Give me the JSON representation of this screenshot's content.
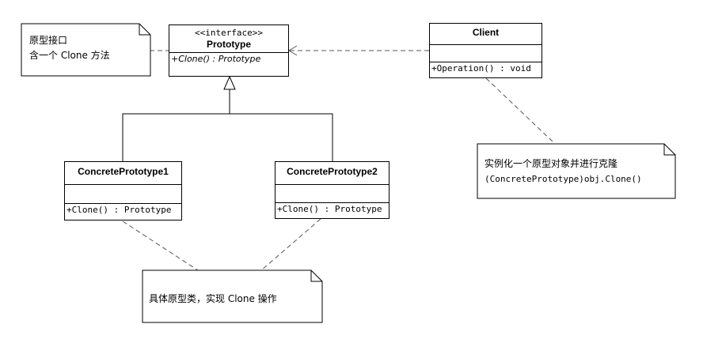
{
  "diagram": {
    "prototype": {
      "stereotype": "<<interface>>",
      "name": "Prototype",
      "operation": "+Clone() : Prototype"
    },
    "client": {
      "name": "Client",
      "operation": "+Operation() : void"
    },
    "concrete1": {
      "name": "ConcretePrototype1",
      "operation": "+Clone() : Prototype"
    },
    "concrete2": {
      "name": "ConcretePrototype2",
      "operation": "+Clone() : Prototype"
    },
    "note_interface": {
      "line1": "原型接口",
      "line2": "含一个 Clone 方法"
    },
    "note_client": {
      "line1": "实例化一个原型对象并进行克隆",
      "line2": "(ConcretePrototype)obj.Clone()"
    },
    "note_concrete": {
      "line1": "具体原型类，实现 Clone 操作"
    },
    "colors": {
      "line": "#000000",
      "dashed": "#555555",
      "background": "#ffffff"
    }
  }
}
